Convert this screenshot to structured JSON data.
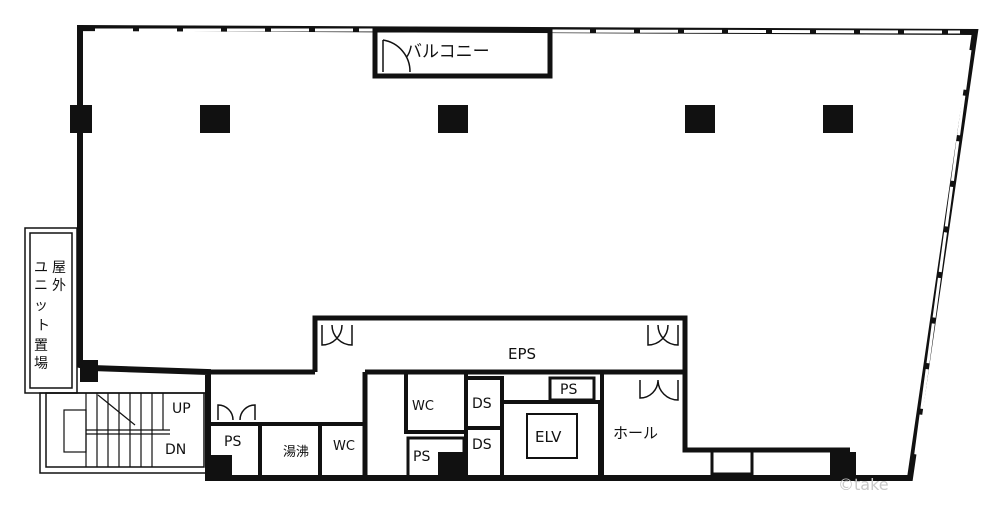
{
  "plan": {
    "rooms": {
      "balcony": "バルコニー",
      "outdoor_unit_area": [
        "屋",
        "外",
        "ユ",
        "ニ",
        "ッ",
        "ト",
        "置",
        "場"
      ],
      "stairs_up": "UP",
      "stairs_down": "DN",
      "eps": "EPS",
      "ps_top": "PS",
      "ps_left": "PS",
      "ps_bottom": "PS",
      "kitchenette": "湯沸",
      "wc_top": "WC",
      "wc_bottom": "WC",
      "ds_top": "DS",
      "ds_bottom": "DS",
      "elevator": "ELV",
      "hall": "ホール"
    },
    "watermark": "©take"
  }
}
